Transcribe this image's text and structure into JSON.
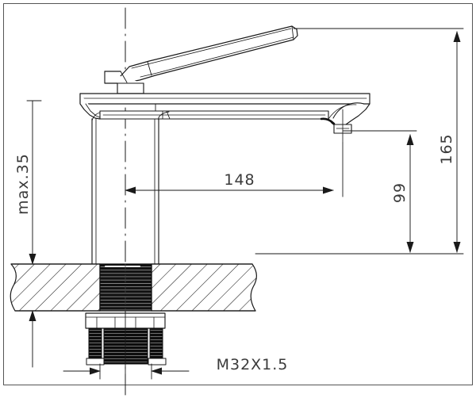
{
  "drawing": {
    "title": "Single-lever basin mixer tap — technical cross-section drawing",
    "units": "mm",
    "line_color": "#1a1a1a",
    "text_color": "#3a3a3a",
    "background": "#ffffff",
    "border_color": "#555555"
  },
  "dimensions": {
    "mounting_thickness": {
      "label": "max.35",
      "orientation": "vertical-rotated",
      "description": "maximum countertop thickness"
    },
    "spout_reach": {
      "label": "148",
      "orientation": "horizontal",
      "description": "horizontal distance from centre axis to spout outlet"
    },
    "spout_height": {
      "label": "99",
      "orientation": "vertical-rotated",
      "description": "height from countertop to spout outlet"
    },
    "overall_height": {
      "label": "165",
      "orientation": "vertical-rotated",
      "description": "overall height from countertop to top of lever handle"
    },
    "thread_spec": {
      "label": "M32X1.5",
      "orientation": "horizontal",
      "description": "metric thread specification of mounting shank"
    }
  },
  "parts": [
    {
      "name": "lever-handle",
      "description": "angled single lever handle rising to upper right"
    },
    {
      "name": "handle-pivot",
      "description": "cylindrical cartridge boss below handle"
    },
    {
      "name": "faucet-body",
      "description": "horizontal spout body casting"
    },
    {
      "name": "spout-outlet",
      "description": "aerator outlet at right end of spout"
    },
    {
      "name": "base-column",
      "description": "cylindrical riser column above countertop"
    },
    {
      "name": "countertop",
      "description": "hatched section view of the mounting deck"
    },
    {
      "name": "threaded-shank",
      "description": "M32X1.5 threaded mounting shank"
    },
    {
      "name": "mounting-nut",
      "description": "flanged nut with studs under the countertop"
    },
    {
      "name": "centre-axis",
      "description": "vertical dash-dot centreline"
    }
  ]
}
